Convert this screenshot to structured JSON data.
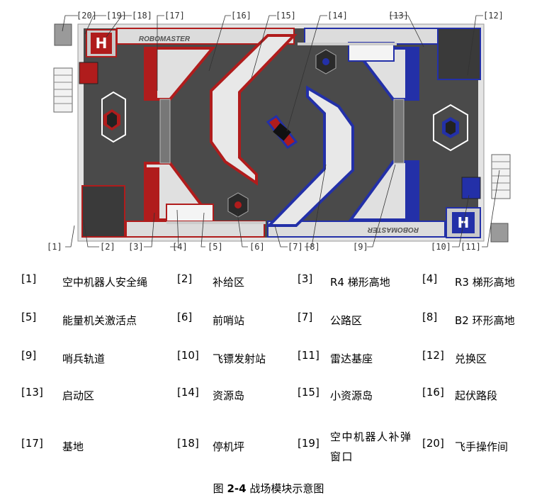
{
  "map": {
    "logo_text": "ROBOMASTER",
    "callouts": [
      {
        "id": "20",
        "text": "[20]"
      },
      {
        "id": "19",
        "text": "[19]"
      },
      {
        "id": "18",
        "text": "[18]"
      },
      {
        "id": "17",
        "text": "[17]"
      },
      {
        "id": "16",
        "text": "[16]"
      },
      {
        "id": "15",
        "text": "[15]"
      },
      {
        "id": "14",
        "text": "[14]"
      },
      {
        "id": "13",
        "text": "[13]"
      },
      {
        "id": "12",
        "text": "[12]"
      },
      {
        "id": "1",
        "text": "[1]"
      },
      {
        "id": "2",
        "text": "[2]"
      },
      {
        "id": "3",
        "text": "[3]"
      },
      {
        "id": "4",
        "text": "[4]"
      },
      {
        "id": "5",
        "text": "[5]"
      },
      {
        "id": "6",
        "text": "[6]"
      },
      {
        "id": "7",
        "text": "[7]"
      },
      {
        "id": "8",
        "text": "[8]"
      },
      {
        "id": "9",
        "text": "[9]"
      },
      {
        "id": "10",
        "text": "[10]"
      },
      {
        "id": "11",
        "text": "[11]"
      }
    ],
    "colors": {
      "red": "#b01c1c",
      "blue": "#2330a8",
      "floor": "#4a4a4a",
      "panel": "#d9d9d9"
    }
  },
  "legend": [
    {
      "num": "[1]",
      "label": "空中机器人安全绳"
    },
    {
      "num": "[2]",
      "label": "补给区"
    },
    {
      "num": "[3]",
      "label": "R4 梯形高地"
    },
    {
      "num": "[4]",
      "label": "R3 梯形高地"
    },
    {
      "num": "[5]",
      "label": "能量机关激活点"
    },
    {
      "num": "[6]",
      "label": "前哨站"
    },
    {
      "num": "[7]",
      "label": "公路区"
    },
    {
      "num": "[8]",
      "label": "B2 环形高地"
    },
    {
      "num": "[9]",
      "label": "哨兵轨道"
    },
    {
      "num": "[10]",
      "label": "飞镖发射站"
    },
    {
      "num": "[11]",
      "label": "雷达基座"
    },
    {
      "num": "[12]",
      "label": "兑换区"
    },
    {
      "num": "[13]",
      "label": "启动区"
    },
    {
      "num": "[14]",
      "label": "资源岛"
    },
    {
      "num": "[15]",
      "label": "小资源岛"
    },
    {
      "num": "[16]",
      "label": "起伏路段"
    },
    {
      "num": "[17]",
      "label": "基地"
    },
    {
      "num": "[18]",
      "label": "停机坪"
    },
    {
      "num": "[19]",
      "label": "空中机器人补弹窗口"
    },
    {
      "num": "[20]",
      "label": "飞手操作间"
    }
  ],
  "caption": {
    "prefix": "图",
    "number": "2-4",
    "title": "战场模块示意图"
  }
}
